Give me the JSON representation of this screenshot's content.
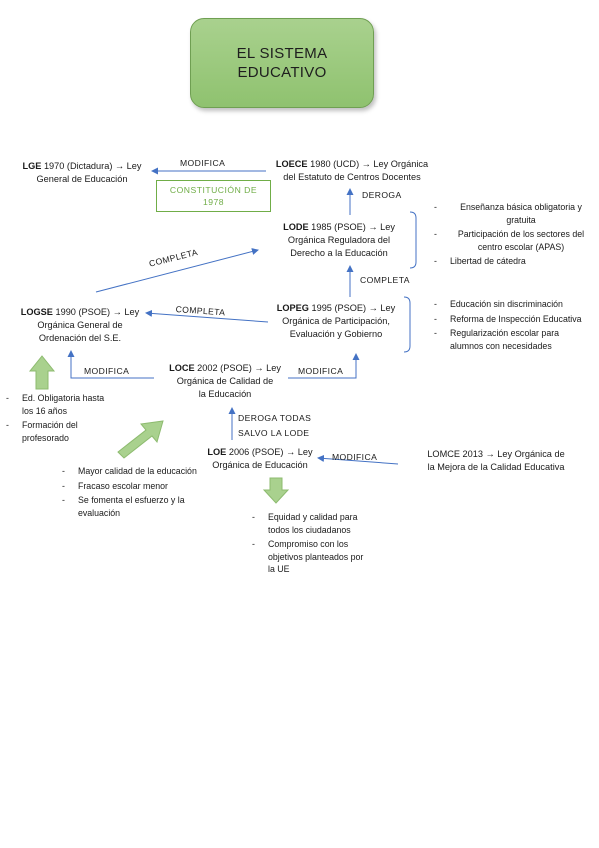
{
  "title": {
    "line1": "EL SISTEMA",
    "line2": "EDUCATIVO"
  },
  "nodes": {
    "lge": {
      "code": "LGE",
      "rest1": " 1970 (Dictadura) → Ley",
      "line2": "General de Educación"
    },
    "loece": {
      "code": "LOECE",
      "rest1": " 1980 (UCD) → Ley Orgánica",
      "line2": "del Estatuto de Centros Docentes"
    },
    "lode": {
      "code": "LODE",
      "rest1": " 1985 (PSOE) → Ley",
      "line2": "Orgánica Reguladora del",
      "line3": "Derecho a la Educación"
    },
    "logse": {
      "code": "LOGSE",
      "rest1": " 1990 (PSOE) → Ley",
      "line2": "Orgánica General de",
      "line3": "Ordenación del S.E."
    },
    "lopeg": {
      "code": "LOPEG",
      "rest1": " 1995 (PSOE) → Ley",
      "line2": "Orgánica de Participación,",
      "line3": "Evaluación y Gobierno"
    },
    "loce": {
      "code": "LOCE",
      "rest1": " 2002 (PSOE) → Ley",
      "line2": "Orgánica de Calidad de",
      "line3": "la Educación"
    },
    "loe": {
      "code": "LOE",
      "rest1": " 2006 (PSOE) → Ley",
      "line2": "Orgánica de Educación"
    },
    "lomce": {
      "line1": "LOMCE 2013 → Ley Orgánica de",
      "line2": "la Mejora de la Calidad Educativa"
    }
  },
  "constitucion": {
    "line1": "CONSTITUCIÓN DE",
    "line2": "1978"
  },
  "labels": {
    "modifica_top": "MODIFICA",
    "deroga": "DEROGA",
    "completa_left": "COMPLETA",
    "completa_right": "COMPLETA",
    "completa_mid": "COMPLETA",
    "modifica_logse": "MODIFICA",
    "modifica_loce": "MODIFICA",
    "deroga_todas1": "DEROGA TODAS",
    "deroga_todas2": "SALVO LA LODE",
    "modifica_loe": "MODIFICA"
  },
  "lode_points": [
    "Enseñanza básica obligatoria y gratuita",
    "Participación de los sectores del centro escolar (APAS)",
    "Libertad de cátedra"
  ],
  "lopeg_points": [
    "Educación sin discriminación",
    "Reforma de Inspección Educativa",
    "Regularización escolar para alumnos con necesidades"
  ],
  "logse_points": [
    "Ed. Obligatoria hasta los 16 años",
    "Formación del profesorado"
  ],
  "loce_points": [
    "Mayor calidad de la educación",
    "Fracaso escolar menor",
    "Se fomenta el esfuerzo y la evaluación"
  ],
  "loe_points": [
    "Equidad y calidad para todos los ciudadanos",
    "Compromiso con los objetivos planteados por la UE"
  ]
}
